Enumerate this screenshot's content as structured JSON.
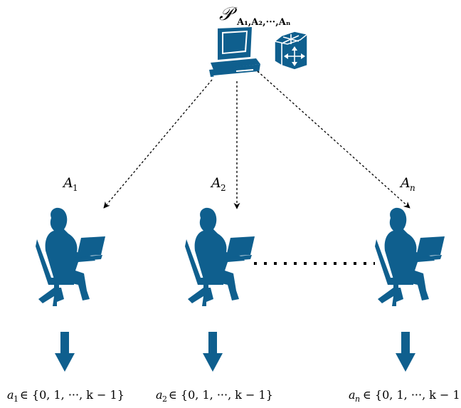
{
  "provider": {
    "symbol": "𝒫",
    "subscript": "A₁,A₂,···,Aₙ"
  },
  "players": [
    {
      "label_main": "A",
      "label_sub": "1",
      "output_main": "a",
      "output_sub": "1",
      "output_rest": "∈ {0, 1, ···, k − 1}"
    },
    {
      "label_main": "A",
      "label_sub": "2",
      "output_main": "a",
      "output_sub": "2",
      "output_rest": "∈ {0, 1, ···, k − 1}"
    },
    {
      "label_main": "A",
      "label_sub": "n",
      "output_main": "a",
      "output_sub": "n",
      "output_rest": "∈ {0, 1, ···, k − 1}"
    }
  ],
  "colors": {
    "icon": "#0f5f8e",
    "icon_light": "#ffffff",
    "line": "#000000"
  },
  "icons": [
    "computer-icon",
    "router-icon",
    "person-laptop-icon",
    "down-arrow-icon"
  ]
}
